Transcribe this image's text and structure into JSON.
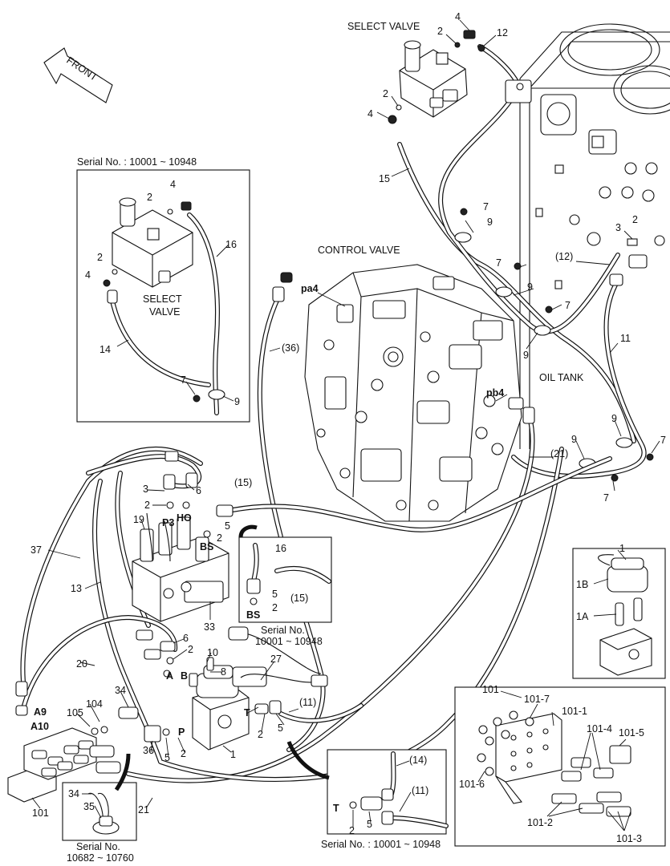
{
  "titles": {
    "select_valve_top": "SELECT VALVE",
    "control_valve": "CONTROL VALVE",
    "oil_tank": "OIL TANK",
    "select_valve_inset_line1": "SELECT",
    "select_valve_inset_line2": "VALVE",
    "front": "FRONT"
  },
  "serial_labels": {
    "inset_select_valve": "Serial No. : 10001 ~ 10948",
    "inset_bs_line1": "Serial No.",
    "inset_bs_line2": "10001 ~ 10948",
    "inset_bottom_left_line1": "Serial No.",
    "inset_bottom_left_line2": "10682 ~ 10760",
    "inset_bottom_right": "Serial No. : 10001 ~ 10948"
  },
  "port_labels": {
    "pa4": "pa4",
    "pb4": "pb4",
    "p3": "P3",
    "ho": "HO",
    "bs": "BS",
    "bs_inset": "BS",
    "a": "A",
    "b": "B",
    "t": "T",
    "p": "P",
    "t_inset": "T",
    "a9": "A9",
    "a10": "A10"
  },
  "part_numbers": {
    "n4_top": "4",
    "n2_top": "2",
    "n12": "12",
    "n2_sv": "2",
    "n4_sv": "4",
    "n15": "15",
    "n7_a": "7",
    "n9_a": "9",
    "n3_r": "3",
    "n2_r": "2",
    "n12p": "(12)",
    "n7_b": "7",
    "n9_b": "9",
    "n7_c": "7",
    "n11": "11",
    "n9_c": "9",
    "n9_d": "9",
    "n7_d": "7",
    "n9_e": "9",
    "n7_e": "7",
    "n21p": "(21)",
    "n36p": "(36)",
    "inset_n2_a": "2",
    "inset_n4_a": "4",
    "inset_n16": "16",
    "inset_n2_b": "2",
    "inset_n4_b": "4",
    "inset_n14": "14",
    "inset_n7": "7",
    "inset_n9": "9",
    "n3_m": "3",
    "n6_m": "6",
    "n2_m": "2",
    "n5_m": "5",
    "n2_m2": "2",
    "n15p": "(15)",
    "n19": "19",
    "n37": "37",
    "n13": "13",
    "n33": "33",
    "n20": "20",
    "n16_bs": "16",
    "n5_bs": "5",
    "n15p_bs": "(15)",
    "n2_bs": "2",
    "n6_l": "6",
    "n2_l": "2",
    "n10": "10",
    "n8": "8",
    "n27": "27",
    "n34": "34",
    "n104": "104",
    "n105": "105",
    "n5_t": "5",
    "n2_t": "2",
    "n11p": "(11)",
    "n36": "36",
    "n5_p": "5",
    "n2_p": "2",
    "n1": "1",
    "n101": "101",
    "n21": "21",
    "n34_i": "34",
    "n35_i": "35",
    "n14p_i": "(14)",
    "n11p_i": "(11)",
    "n2_i": "2",
    "n5_i": "5",
    "k1": "1",
    "k1b": "1B",
    "k1a": "1A",
    "g101": "101",
    "g101_7": "101-7",
    "g101_1": "101-1",
    "g101_4": "101-4",
    "g101_5": "101-5",
    "g101_6": "101-6",
    "g101_2": "101-2",
    "g101_3": "101-3"
  }
}
